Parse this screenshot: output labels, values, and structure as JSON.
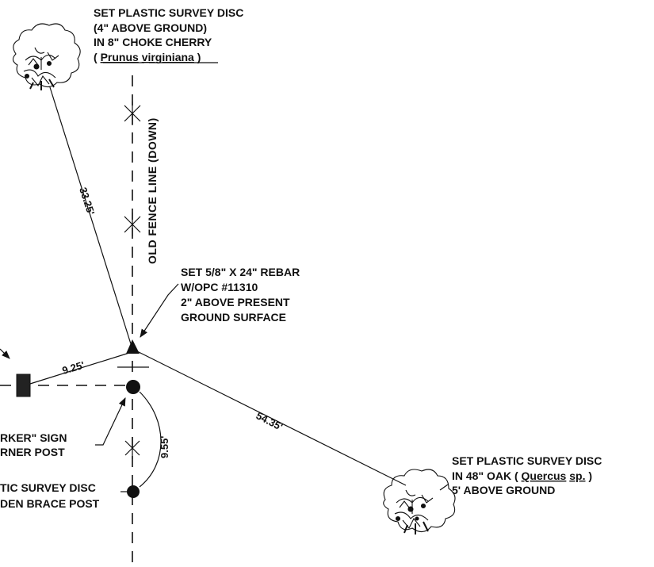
{
  "labels": {
    "choke_cherry": {
      "l1": "SET PLASTIC SURVEY DISC",
      "l2": "(4\" ABOVE GROUND)",
      "l3": "IN 8\" CHOKE CHERRY",
      "l4_open": "( ",
      "l4_genus": "Prunus",
      "l4_species": "virginiana",
      "l4_close": " )"
    },
    "rebar": {
      "l1": "SET 5/8\" X 24\" REBAR",
      "l2": "W/OPC #11310",
      "l3": "2\" ABOVE PRESENT",
      "l4": "GROUND SURFACE"
    },
    "fence": "OLD FENCE LINE (DOWN)",
    "oak": {
      "l1": "SET PLASTIC SURVEY DISC",
      "l2_pre": "IN 48\" OAK ( ",
      "l2_genus": "Quercus",
      "l2_species": "sp.",
      "l2_post": " )",
      "l3": "5' ABOVE GROUND"
    },
    "marker_sign": {
      "l1": "RKER\" SIGN",
      "l2": "RNER POST"
    },
    "brace_post": {
      "l1": "TIC SURVEY DISC",
      "l2": "DEN BRACE POST"
    }
  },
  "dimensions": {
    "to_choke_cherry": "33.25'",
    "to_marker": "9.25'",
    "to_oak": "54.35'",
    "to_brace_post": "9.55'"
  },
  "icons": [
    "tree-choke-cherry-icon",
    "tree-oak-icon",
    "rebar-triangle-icon",
    "corner-post-icon",
    "brace-post-icon",
    "fence-x-icon"
  ],
  "colors": {
    "ink": "#111111",
    "paper": "#ffffff"
  }
}
